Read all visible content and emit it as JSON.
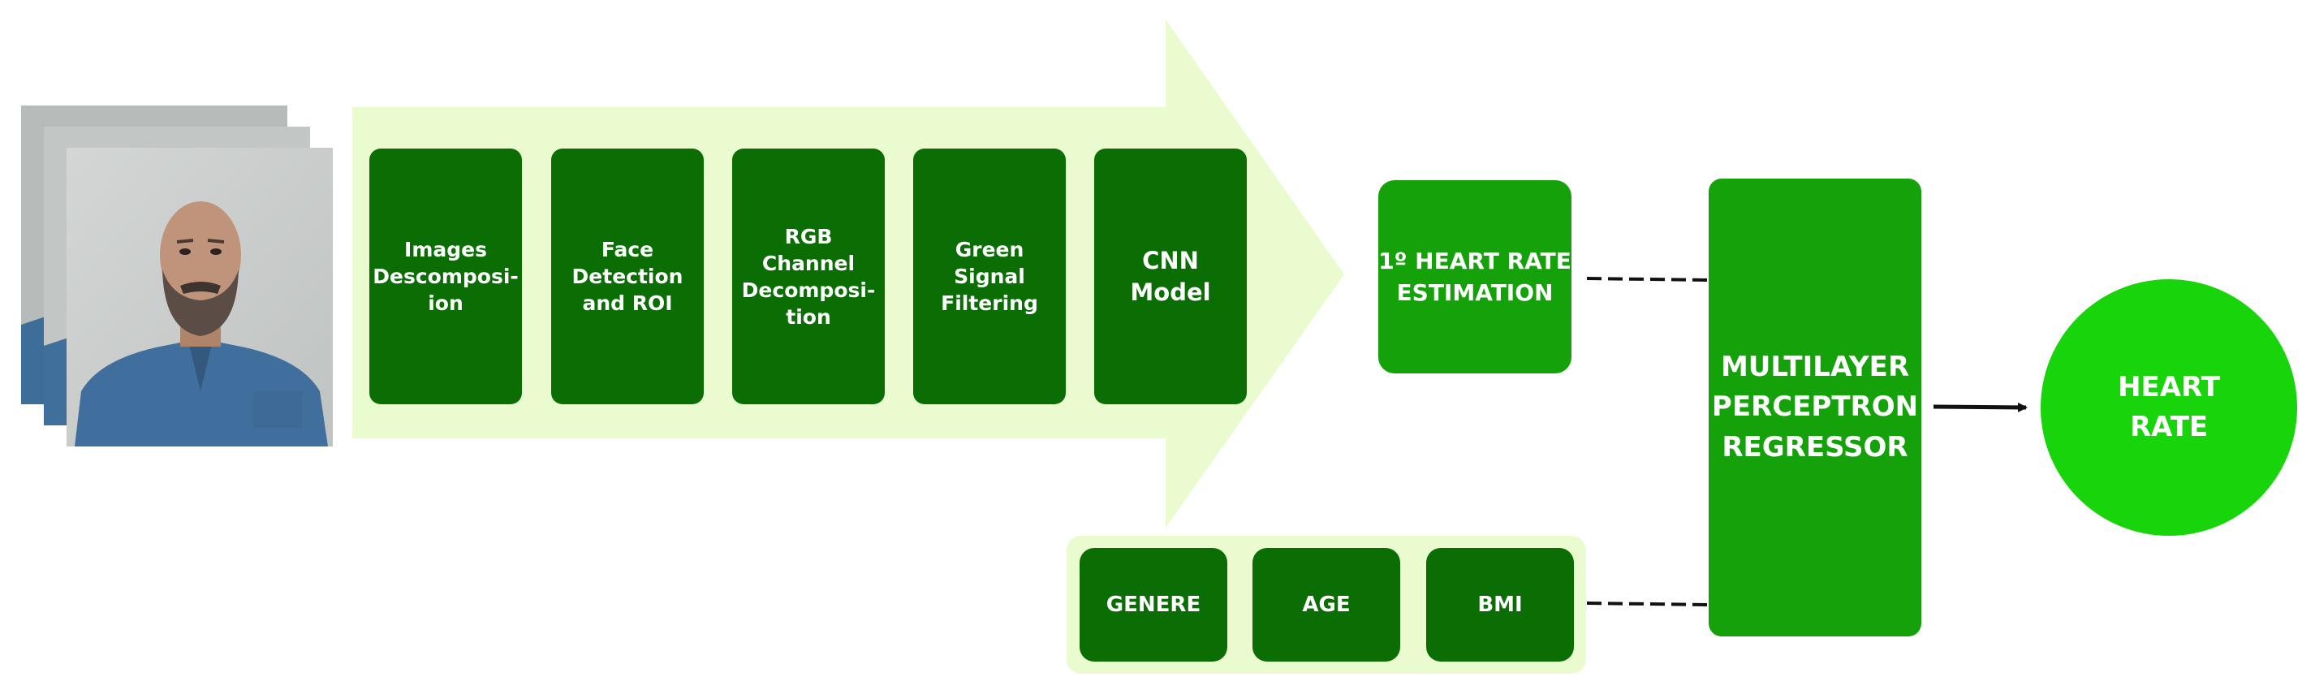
{
  "pipeline": {
    "steps": [
      {
        "label": "Images\nDescomposi-\nion"
      },
      {
        "label": "Face\nDetection\nand ROI"
      },
      {
        "label": "RGB Channel\nDecomposi-\ntion"
      },
      {
        "label": "Green Signal\nFiltering"
      },
      {
        "label": "CNN\nModel"
      }
    ]
  },
  "estimation": {
    "label": "1º HEART RATE\nESTIMATION"
  },
  "features": [
    {
      "label": "GENERE"
    },
    {
      "label": "AGE"
    },
    {
      "label": "BMI"
    }
  ],
  "regressor": {
    "label": "MULTILAYER\nPERCEPTRON\nREGRESSOR"
  },
  "output": {
    "label": "HEART\nRATE"
  },
  "colors": {
    "dark_green": "#0b6e05",
    "mid_green": "#14a10a",
    "bright_green": "#18d40a",
    "pale_green": "#eafbd0"
  }
}
